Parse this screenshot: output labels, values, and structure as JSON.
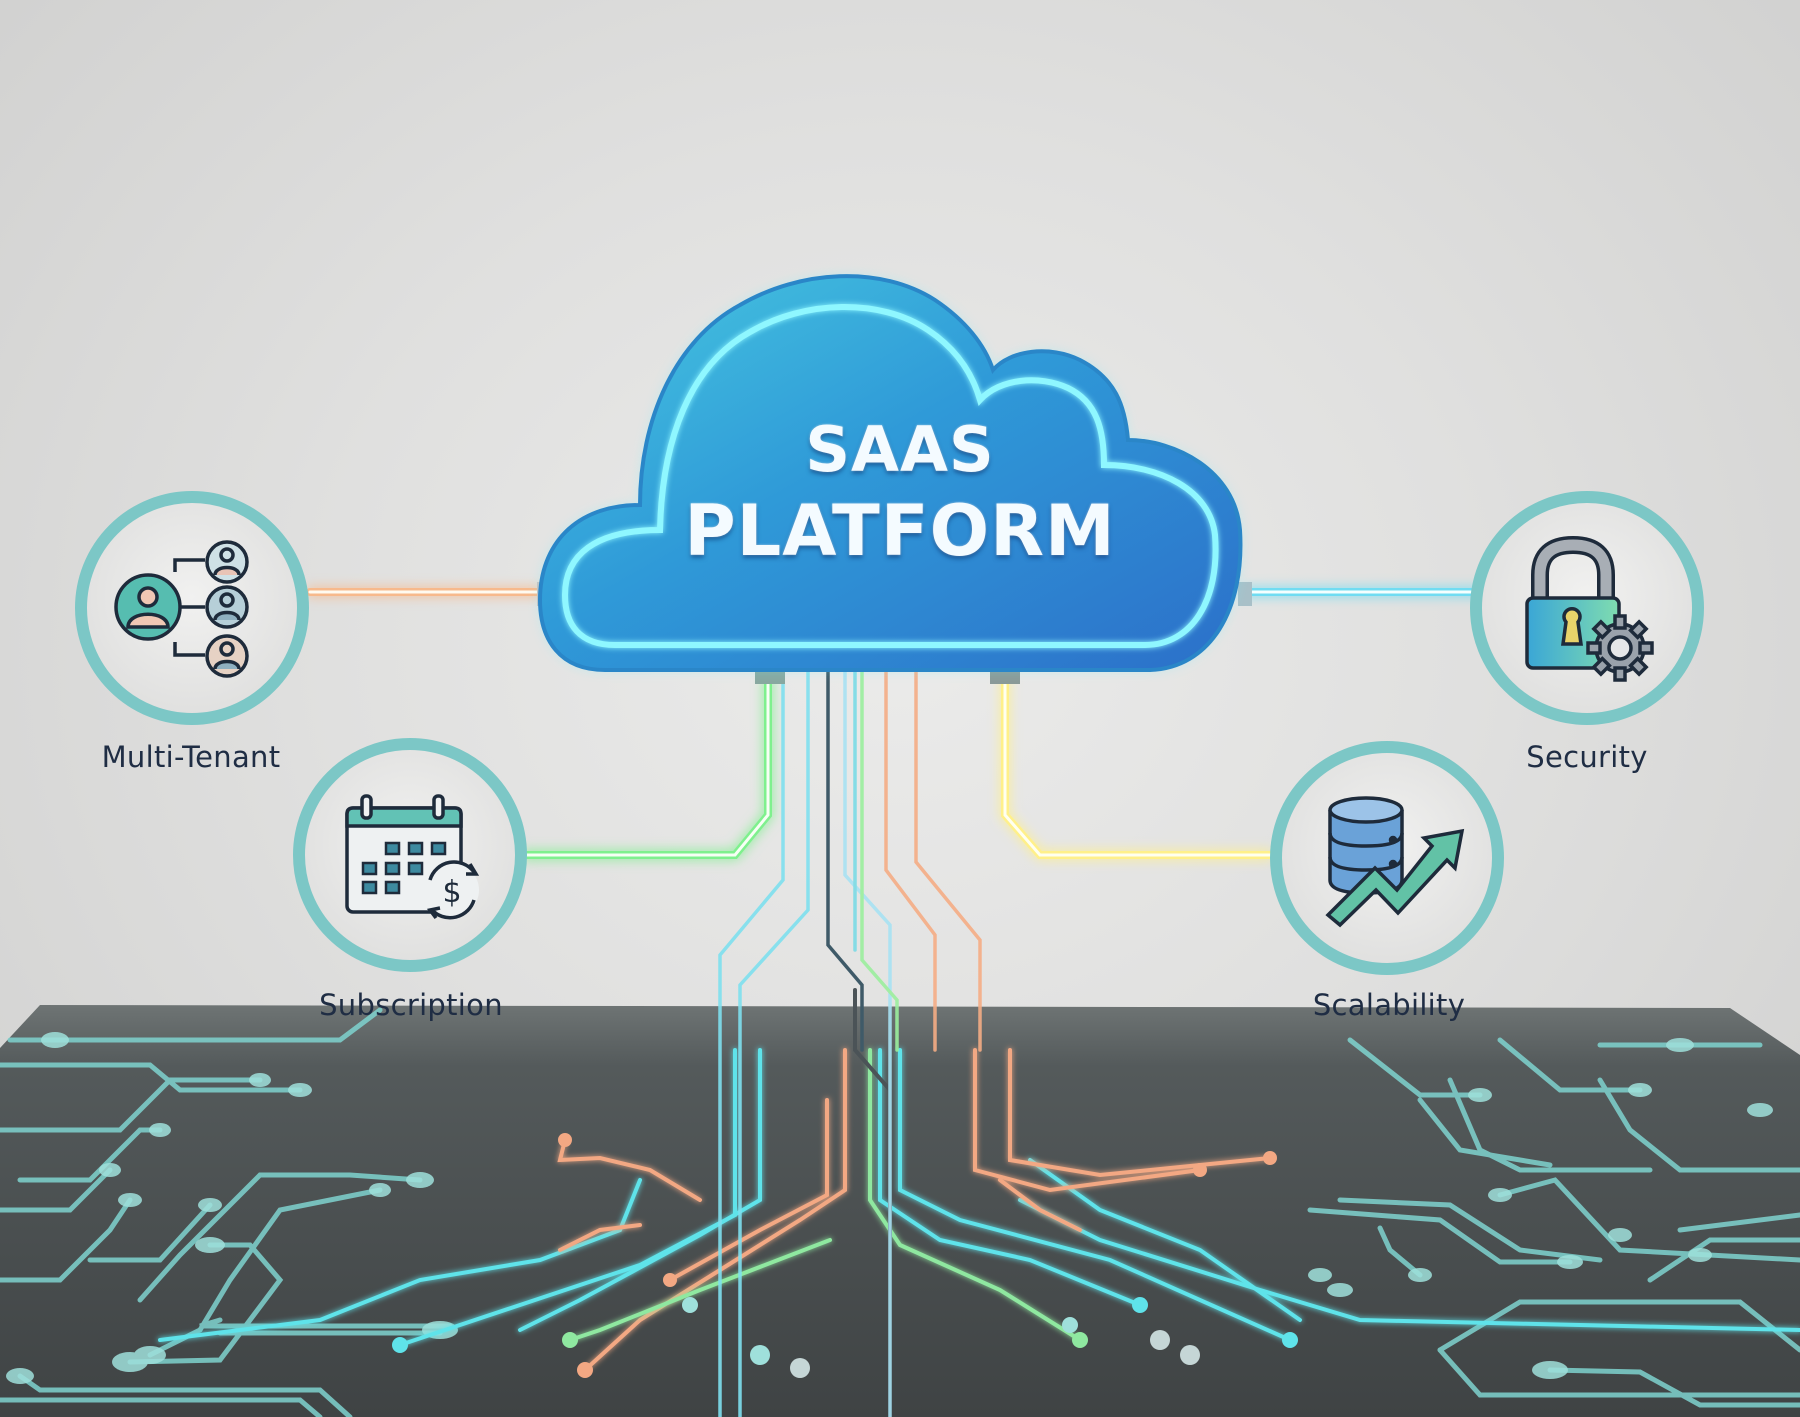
{
  "center": {
    "title_line1": "SAAS",
    "title_line2": "PLATFORM",
    "icon": "cloud-icon"
  },
  "features": [
    {
      "label": "Multi-Tenant",
      "icon": "multi-user-hierarchy-icon",
      "connector_color": "#f7b98c"
    },
    {
      "label": "Subscription",
      "icon": "calendar-dollar-recurring-icon",
      "connector_color": "#8ee89a"
    },
    {
      "label": "Security",
      "icon": "padlock-gear-icon",
      "connector_color": "#7fd9ef"
    },
    {
      "label": "Scalability",
      "icon": "database-growth-arrow-icon",
      "connector_color": "#f4e48a"
    }
  ],
  "colors": {
    "background": "#e3e3e2",
    "cloud_fill": "#2f8fd8",
    "cloud_glow": "#6ff0ff",
    "ring": "#7cc7c6",
    "board": "#4b4f50",
    "trace_teal": "#7fd3cf",
    "trace_orange": "#f0a47e",
    "trace_green": "#8ee89a",
    "label_text": "#1f2d44"
  },
  "scene": {
    "base": "circuit-board"
  }
}
